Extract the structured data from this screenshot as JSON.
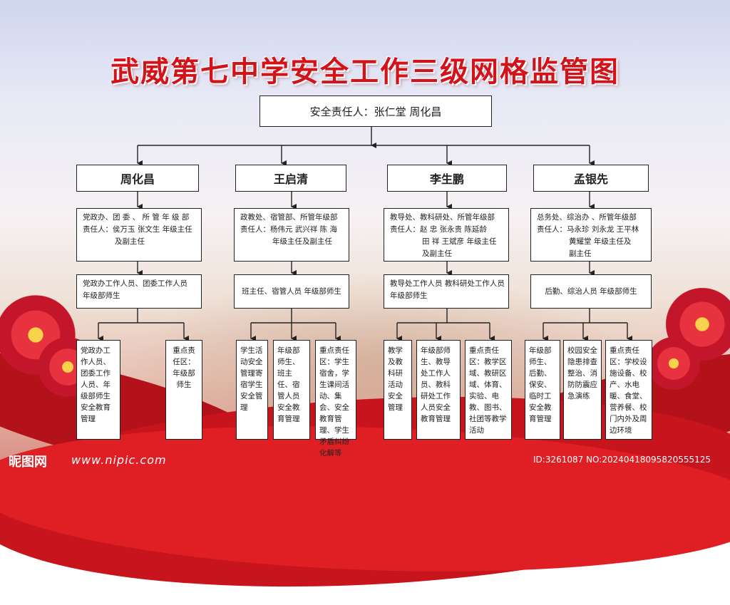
{
  "title": "武威第七中学安全工作三级网格监管图",
  "top": {
    "label": "安全责任人：张仁堂  周化昌"
  },
  "groups": [
    {
      "lead": "周化昌",
      "duty_lines": [
        "党政办、团 委 、 所 管 年 级 部",
        "责任人：侯万玉  张文生  年级主任",
        "及副主任"
      ],
      "staff_lines": [
        "党政办工作人员、团委工作人员",
        "年级部师生"
      ],
      "leaves": [
        "党政办工作人员、团委工作人员、年级部师生安全教育管理",
        "重点责任区：年级部师生"
      ]
    },
    {
      "lead": "王启清",
      "duty_lines": [
        "政教处、宿管部、所管年级部",
        "责任人：杨伟元  武兴祥  陈   海",
        "年级主任及副主任"
      ],
      "staff_lines": [
        "班主任、宿管人员  年级部师生"
      ],
      "leaves": [
        "学生活动安全管理寄宿学生安全管理",
        "年级部师生、班主任、宿管人员安全教育管理",
        "重点责任区：学生宿舍，学生课间活动、集会、安全教育管理、学生矛盾纠纷化解等"
      ]
    },
    {
      "lead": "李生鹏",
      "duty_lines": [
        "教导处、教科研处、所管年级部",
        "责任人：赵   忠  张永贵  陈延龄",
        "田   祥  王斌彦  年级主任",
        "及副主任"
      ],
      "staff_lines": [
        "教导处工作人员  教科研处工作人员",
        "年级部师生"
      ],
      "leaves": [
        "教学及教科研活动安全管理",
        "年级部师生、教导处工作人员、教科研处工作人员安全教育管理",
        "重点责任区：教学区域、教研区域、体育、实验、电教、图书、社团等教学活动"
      ]
    },
    {
      "lead": "孟银先",
      "duty_lines": [
        "总务处、综治办 、所管年级部",
        "责任人：马永珍  刘永龙  王平林",
        "黄耀堂  年级主任及",
        "副主任"
      ],
      "staff_lines": [
        "后勤、综治人员  年级部师生"
      ],
      "leaves": [
        "年级部师生、后勤、保安、临时工安全教育管理",
        "校园安全隐患排查整治、消防防震应急演练",
        "重点责任区：学校设施设备、校产、水电暖、食堂、营养餐、校门内外及周边环境"
      ]
    }
  ],
  "watermark": {
    "logo": "昵图网",
    "url": "www.nipic.com",
    "id": "ID:3261087 NO:20240418095820555125"
  },
  "colors": {
    "title_red": "#d1141c",
    "ribbon_red": "#e01f25",
    "line": "#222222"
  }
}
